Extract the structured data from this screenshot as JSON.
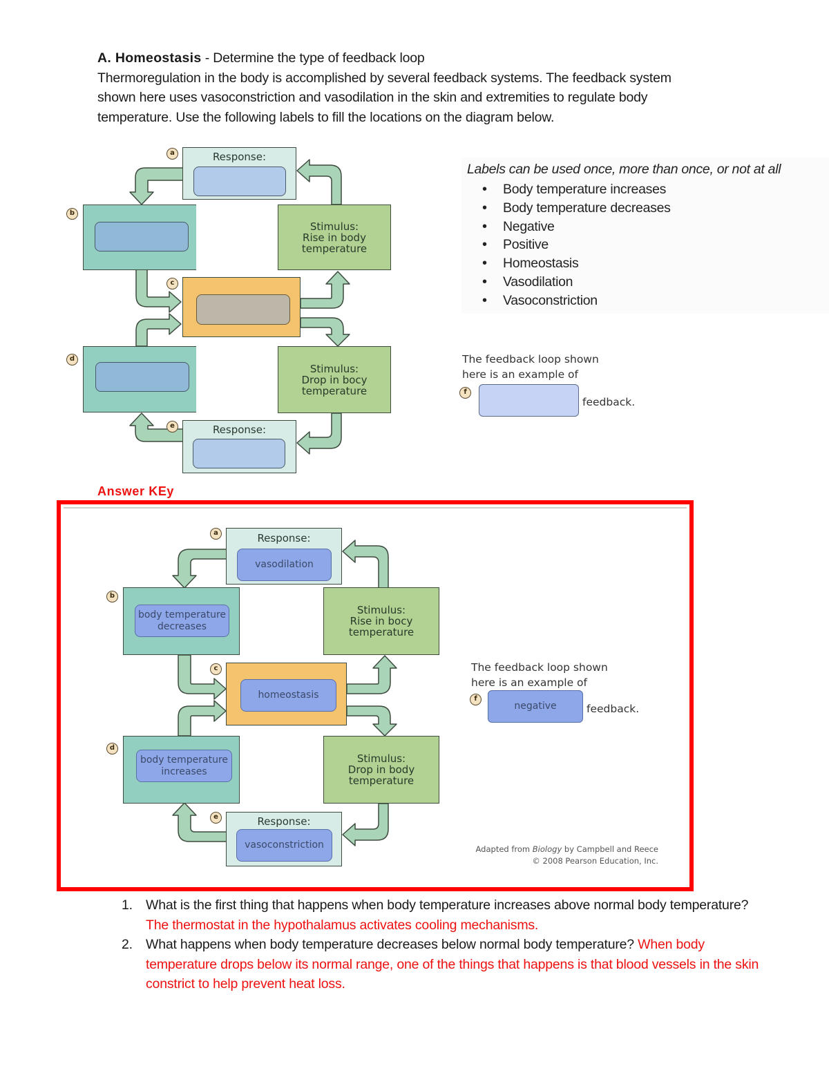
{
  "section": {
    "heading_bold": "A. Homeostasis",
    "heading_rest": " - Determine the type of feedback loop",
    "paragraph_lines": [
      "Thermoregulation in the body is accomplished by several feedback systems. The feedback system",
      "shown here uses vasoconstriction and vasodilation in the skin and extremities to regulate body",
      "temperature.  Use the following labels to fill the locations on the diagram below."
    ]
  },
  "labels_panel": {
    "title": "Labels can be used once, more than once, or not at all",
    "items": [
      "Body temperature increases",
      "Body temperature decreases",
      "Negative",
      "Positive",
      "Homeostasis",
      "Vasodilation",
      "Vasoconstriction"
    ]
  },
  "diagram": {
    "badges": {
      "a": "a",
      "b": "b",
      "c": "c",
      "d": "d",
      "e": "e",
      "f": "f"
    },
    "response_title_top": "Response:",
    "response_title_bottom": "Response:",
    "stimulus_rise": "Stimulus:\nRise in body\ntemperature",
    "stimulus_drop": "Stimulus:\nDrop in bocy\ntemperature",
    "feedback_line1": "The feedback loop shown",
    "feedback_line2": "here is an example of",
    "feedback_suffix": "feedback."
  },
  "answer_key": {
    "title": "Answer KEy",
    "response_title_top": "Response:",
    "response_title_bottom": "Response:",
    "stimulus_rise": "Stimulus:\nRise in bocy\ntemperature",
    "stimulus_drop": "Stimulus:\nDrop in body\ntemperature",
    "answers": {
      "a": "vasodilation",
      "b": "body temperature decreases",
      "c": "homeostasis",
      "d": "body temperature increases",
      "e": "vasoconstriction",
      "f": "negative"
    },
    "feedback_line1": "The feedback loop shown",
    "feedback_line2": "here is an example of",
    "feedback_suffix": "feedback.",
    "credit_line1_pre": "Adapted from ",
    "credit_line1_italic": "Biology",
    "credit_line1_post": " by Campbell and Reece",
    "credit_line2": "© 2008 Pearson Education, Inc."
  },
  "questions": [
    {
      "number": "1.",
      "question": "What is the first thing that happens when body temperature increases above normal body temperature? ",
      "answer": "The thermostat in the hypothalamus activates cooling mechanisms."
    },
    {
      "number": "2.",
      "question": "What happens when body temperature decreases below normal body temperature? ",
      "answer": "When body temperature drops below its normal range, one of the things that happens is that blood vessels in the skin constrict to help prevent heat loss."
    }
  ],
  "colors": {
    "answer_red": "#ee1111",
    "frame_red": "#ff0000",
    "response_box": "#d8ece7",
    "teal_box": "#93cfc0",
    "stimulus_box": "#b1d293",
    "center_box": "#f3c46d",
    "arrow_fill": "#a9d4b8",
    "answer_slot": "#8ea7e8"
  }
}
